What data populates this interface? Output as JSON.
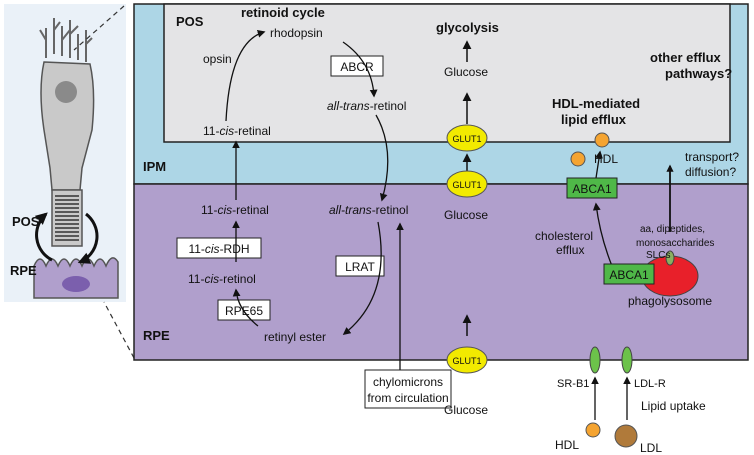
{
  "cell_labels": {
    "pos": "POS",
    "rpe": "RPE"
  },
  "zone_labels": {
    "pos": "POS",
    "ipm": "IPM",
    "rpe": "RPE"
  },
  "retinoid": {
    "title": "retinoid cycle",
    "opsin": "opsin",
    "rhodopsin": "rhodopsin",
    "abcr": "ABCR",
    "cis_retinal_top_prefix": "11-",
    "cis_retinal_top_cis": "cis",
    "cis_retinal_top_suffix": "-retinal",
    "trans_retinol_pos_prefix": "all-trans",
    "trans_retinol_pos_suffix": "-retinol",
    "cis_retinal_rpe_prefix": "11-",
    "cis_retinal_rpe_cis": "cis",
    "cis_retinal_rpe_suffix": "-retinal",
    "rdh_prefix": "11-",
    "rdh_cis": "cis",
    "rdh_suffix": "-RDH",
    "cis_retinol_prefix": "11-",
    "cis_retinol_cis": "cis",
    "cis_retinol_suffix": "-retinol",
    "rpe65": "RPE65",
    "retinyl_ester": "retinyl ester",
    "lrat": "LRAT",
    "trans_retinol_rpe_prefix": "all-trans",
    "trans_retinol_rpe_suffix": "-retinol",
    "chylomicrons_line1": "chylomicrons",
    "chylomicrons_line2": "from circulation"
  },
  "glycolysis": {
    "title": "glycolysis",
    "glucose_pos": "Glucose",
    "glucose_ipm": "Glucose",
    "glucose_bottom": "Glucose",
    "glut1_a": "GLUT1",
    "glut1_b": "GLUT1",
    "glut1_c": "GLUT1"
  },
  "efflux": {
    "other_line1": "other efflux",
    "other_line2": "pathways?",
    "hdl_line1": "HDL-mediated",
    "hdl_line2": "lipid efflux",
    "hdl_label": "HDL",
    "abca1_top": "ABCA1",
    "abca1_bottom": "ABCA1",
    "transport_line1": "transport?",
    "transport_line2": "diffusion?",
    "cholesterol_line1": "cholesterol",
    "cholesterol_line2": "efflux",
    "aa_line1": "aa, dipeptides,",
    "aa_line2": "monosaccharides",
    "slcs": "SLCs",
    "phagolysosome": "phagolysosome"
  },
  "uptake": {
    "srb1": "SR-B1",
    "ldlr": "LDL-R",
    "lipid_uptake": "Lipid uptake",
    "hdl": "HDL",
    "ldl": "LDL"
  },
  "colors": {
    "pos_fill": "#e4e4e6",
    "ipm_fill": "#add6e6",
    "rpe_fill": "#b09fcc",
    "glut1": "#f2ea00",
    "abca1": "#4fb848",
    "receptor": "#6cc24a",
    "hdl": "#f5a431",
    "ldl": "#b07a3a",
    "phagolysosome": "#e8202a"
  }
}
